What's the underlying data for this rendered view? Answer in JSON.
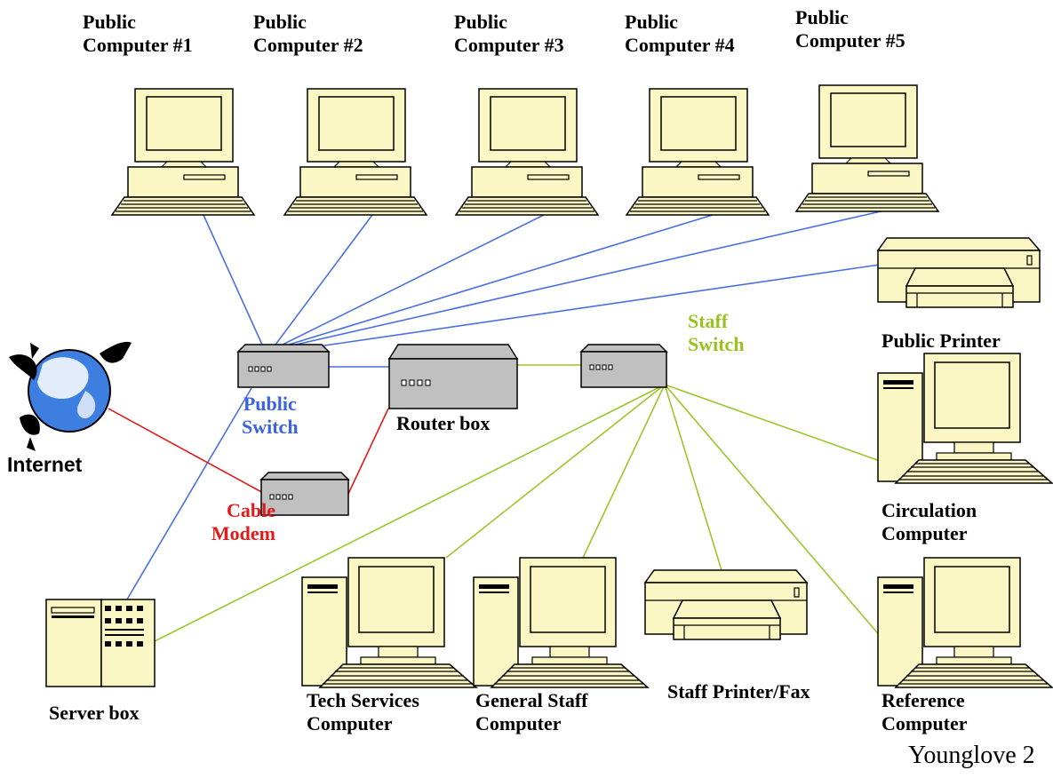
{
  "diagram": {
    "labels": {
      "pc1": [
        "Public",
        "Computer #1"
      ],
      "pc2": [
        "Public",
        "Computer #2"
      ],
      "pc3": [
        "Public",
        "Computer #3"
      ],
      "pc4": [
        "Public",
        "Computer #4"
      ],
      "pc5": [
        "Public",
        "Computer #5"
      ],
      "public_printer": "Public Printer",
      "staff_switch": [
        "Staff",
        "Switch"
      ],
      "public_switch": [
        "Public",
        "Switch"
      ],
      "router": "Router box",
      "internet": "Internet",
      "cable_modem": [
        "Cable",
        "Modem"
      ],
      "circulation": [
        "Circulation",
        "Computer"
      ],
      "server": "Server box",
      "tech": [
        "Tech Services",
        "Computer"
      ],
      "general": [
        "General Staff",
        "Computer"
      ],
      "staff_printer": "Staff Printer/Fax",
      "reference": [
        "Reference",
        "Computer"
      ],
      "footer": "Younglove 2"
    },
    "colors": {
      "public_link": "#4a6fe0",
      "staff_link": "#9cc52a",
      "cable_link": "#e21a1a",
      "device_fill": "#fbf7c4",
      "box_fill": "#c0c0c0"
    }
  }
}
